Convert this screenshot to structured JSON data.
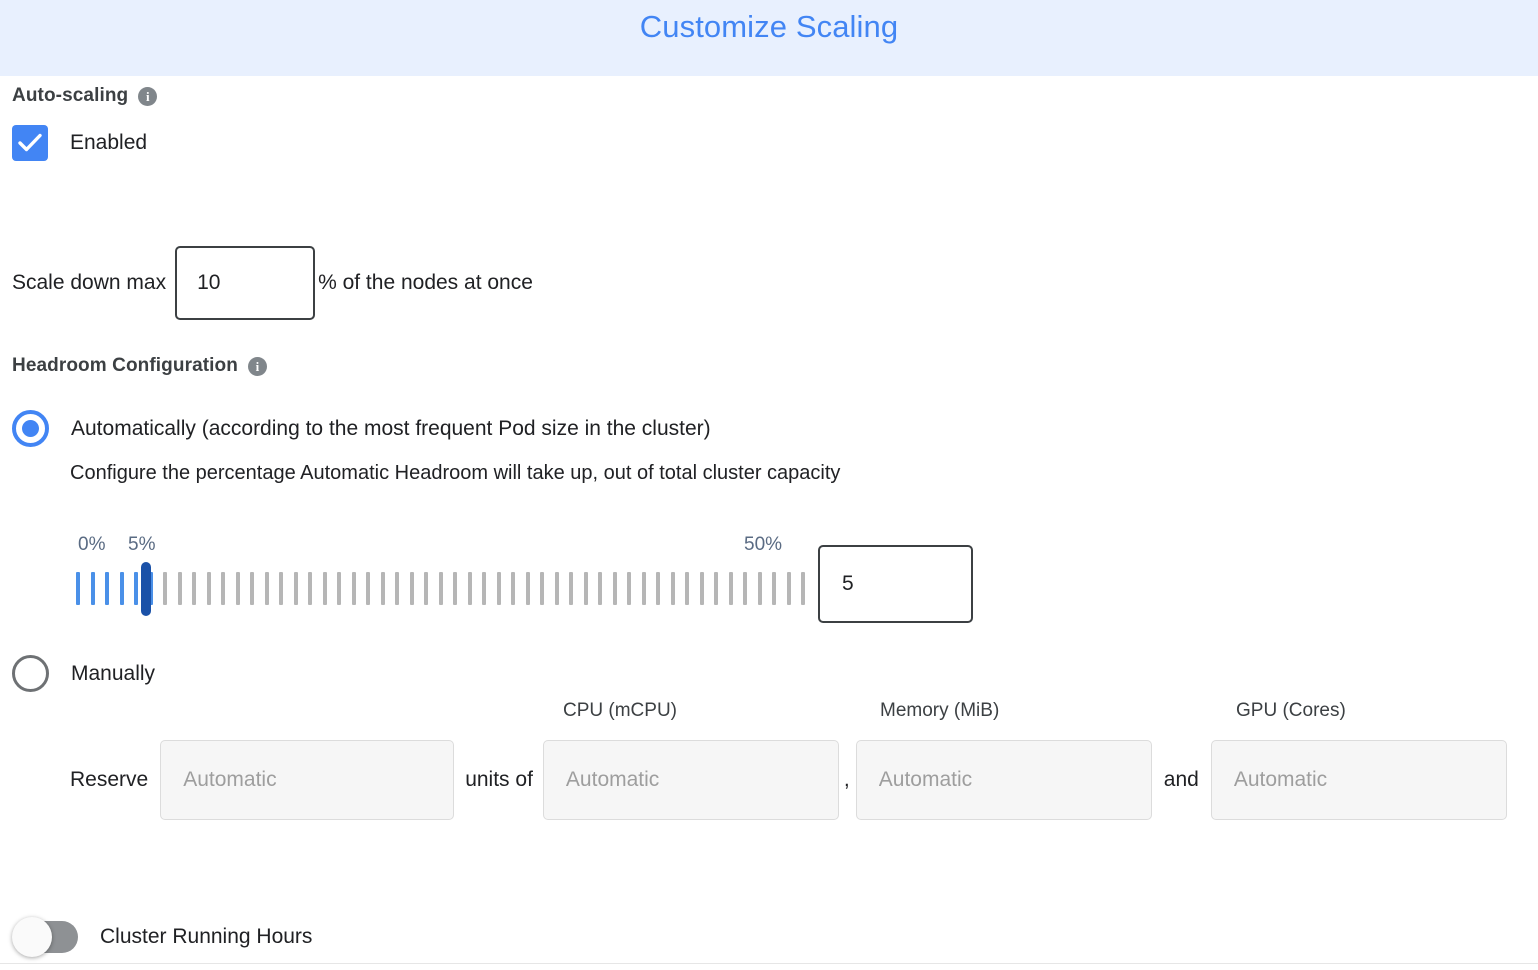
{
  "header": {
    "title": "Customize Scaling"
  },
  "autoscaling": {
    "section_label": "Auto-scaling",
    "info_glyph": "i",
    "enabled_label": "Enabled",
    "enabled_checked": true,
    "scale_down": {
      "prefix_label": "Scale down max",
      "value": "10",
      "suffix_label": "% of the nodes at once"
    }
  },
  "headroom": {
    "section_label": "Headroom Configuration",
    "info_glyph": "i",
    "option_auto": {
      "label": "Automatically (according to the most frequent Pod size in the cluster)",
      "selected": true,
      "description": "Configure the percentage Automatic Headroom will take up, out of total cluster capacity"
    },
    "slider": {
      "label_min": "0%",
      "label_current": "5%",
      "label_max": "50%",
      "value": "5",
      "min": 0,
      "max": 50,
      "total_ticks": 51,
      "filled_ticks": 6
    },
    "option_manual": {
      "label": "Manually",
      "selected": false
    },
    "reserve": {
      "reserve_word": "Reserve",
      "units_word": "units of",
      "comma_word": ",",
      "and_word": "and",
      "units_placeholder": "Automatic",
      "cpu_caption": "CPU (mCPU)",
      "cpu_placeholder": "Automatic",
      "memory_caption": "Memory (MiB)",
      "memory_placeholder": "Automatic",
      "gpu_caption": "GPU (Cores)",
      "gpu_placeholder": "Automatic"
    }
  },
  "cluster_running_hours": {
    "label": "Cluster Running Hours",
    "enabled": false
  },
  "colors": {
    "header_bg": "#e8f0fe",
    "accent_blue": "#4285f4",
    "slider_thumb": "#1a51a8",
    "slider_tick_on": "#4a90e8",
    "slider_tick_off": "#b6b6b6",
    "tick_label": "#5a6b83",
    "toggle_off": "#8e9194",
    "text": "#202124",
    "disabled_field_bg": "#f6f6f6"
  }
}
